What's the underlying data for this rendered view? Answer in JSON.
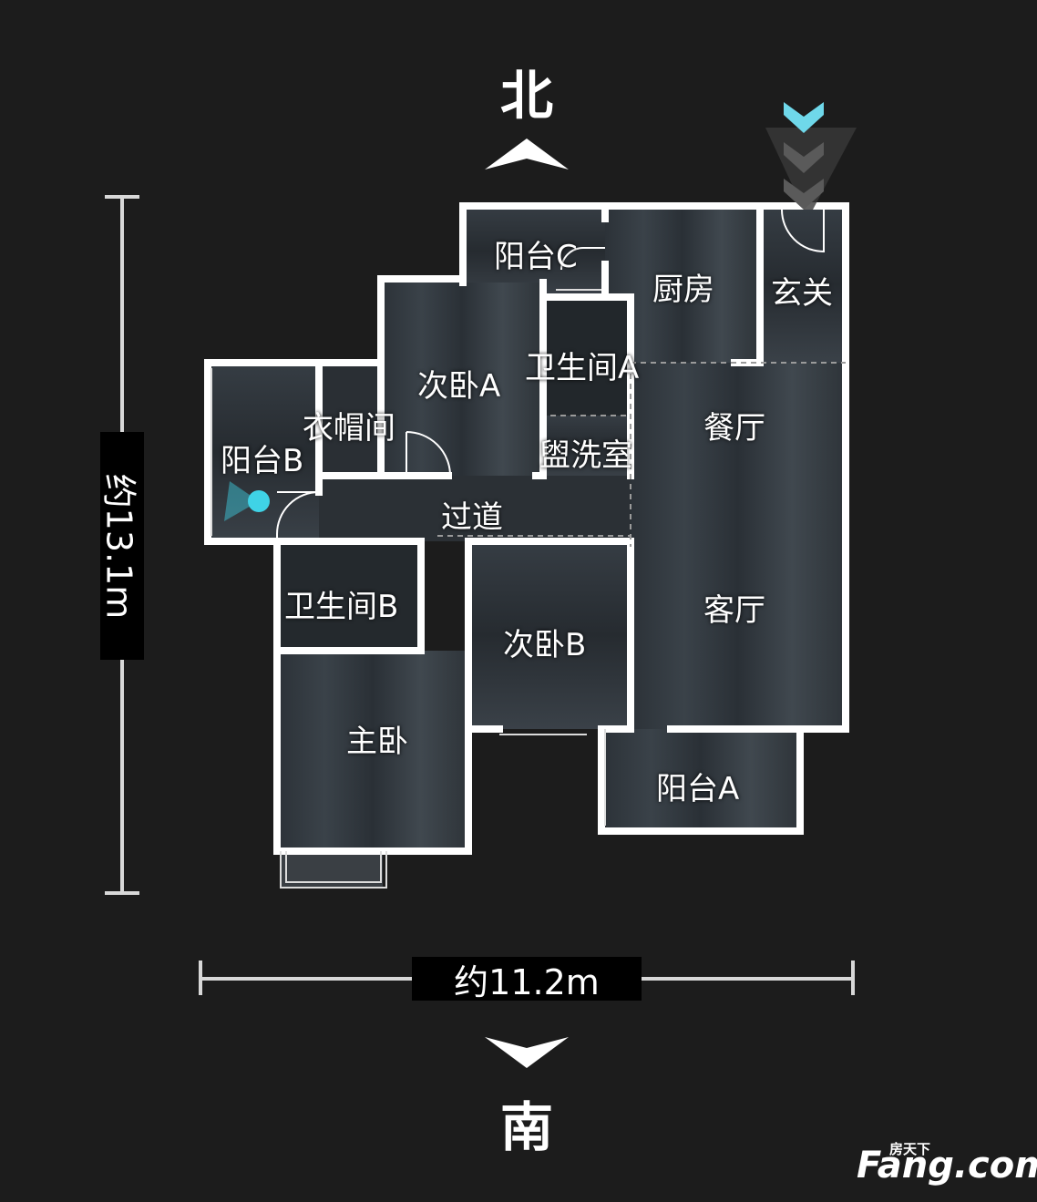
{
  "compass": {
    "north": "北",
    "south": "南"
  },
  "dimensions": {
    "height": "约13.1m",
    "width": "约11.2m"
  },
  "rooms": {
    "balcony_c": "阳台C",
    "kitchen": "厨房",
    "entrance": "玄关",
    "bedroom_a": "次卧A",
    "bathroom_a": "卫生间A",
    "cloakroom": "衣帽间",
    "balcony_b": "阳台B",
    "washroom": "盥洗室",
    "dining": "餐厅",
    "corridor": "过道",
    "bathroom_b": "卫生间B",
    "bedroom_b": "次卧B",
    "living": "客厅",
    "master_bedroom": "主卧",
    "balcony_a": "阳台A"
  },
  "watermark": {
    "top": "房天下",
    "main": "Fang.com"
  },
  "colors": {
    "background": "#1c1c1c",
    "wall": "#ffffff",
    "marker": "#3fd3e6"
  }
}
